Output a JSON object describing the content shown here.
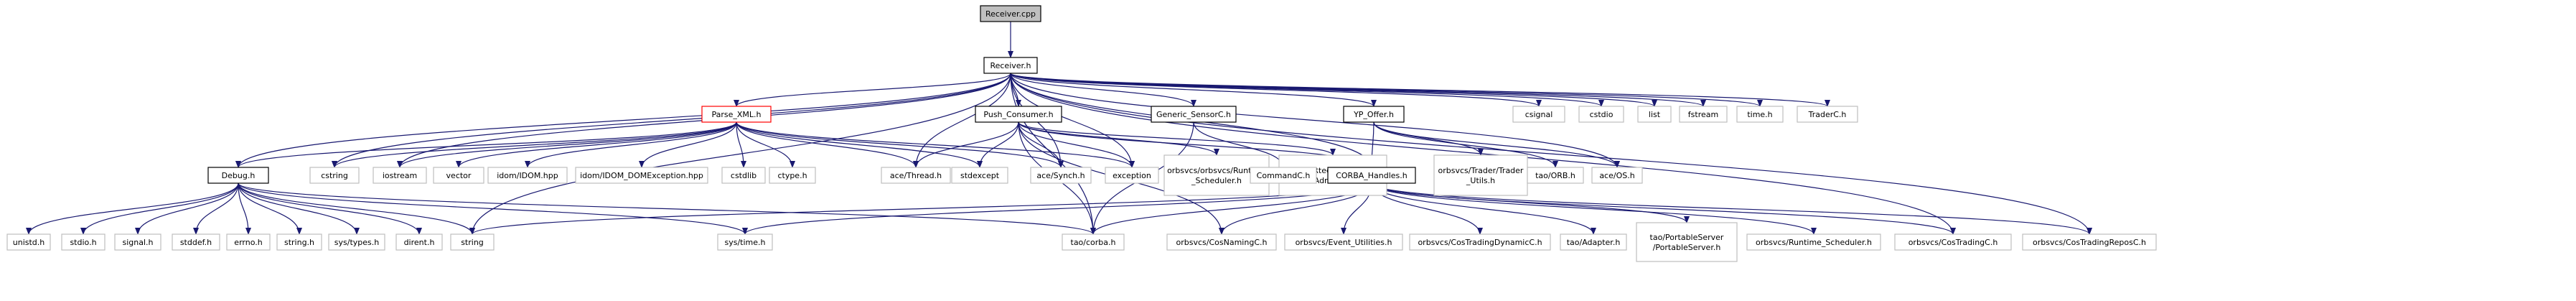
{
  "colors": {
    "edge": "#191970",
    "node_border_black": "#000000",
    "node_border_gray": "#bfbfbf",
    "node_border_red": "#ff0000",
    "root_fill": "#bfbfbf",
    "node_fill": "#ffffff"
  },
  "nodes": [
    {
      "id": "receiver_cpp",
      "label": "Receiver.cpp",
      "style": "root"
    },
    {
      "id": "receiver_h",
      "label": "Receiver.h",
      "style": "black"
    },
    {
      "id": "parse_xml_h",
      "label": "Parse_XML.h",
      "style": "red"
    },
    {
      "id": "push_consumer_h",
      "label": "Push_Consumer.h",
      "style": "black"
    },
    {
      "id": "generic_sensorc_h",
      "label": "Generic_SensorC.h",
      "style": "black"
    },
    {
      "id": "yp_offer_h",
      "label": "YP_Offer.h",
      "style": "black"
    },
    {
      "id": "csignal",
      "label": "csignal",
      "style": "gray"
    },
    {
      "id": "cstdio",
      "label": "cstdio",
      "style": "gray"
    },
    {
      "id": "list",
      "label": "list",
      "style": "gray"
    },
    {
      "id": "fstream",
      "label": "fstream",
      "style": "gray"
    },
    {
      "id": "time_h",
      "label": "time.h",
      "style": "gray"
    },
    {
      "id": "traderc_h",
      "label": "TraderC.h",
      "style": "gray"
    },
    {
      "id": "debug_h",
      "label": "Debug.h",
      "style": "black"
    },
    {
      "id": "cstring",
      "label": "cstring",
      "style": "gray"
    },
    {
      "id": "iostream",
      "label": "iostream",
      "style": "gray"
    },
    {
      "id": "vector",
      "label": "vector",
      "style": "gray"
    },
    {
      "id": "idom_hpp",
      "label": "idom/IDOM.hpp",
      "style": "gray"
    },
    {
      "id": "idom_exc_hpp",
      "label": "idom/IDOM_DOMException.hpp",
      "style": "gray"
    },
    {
      "id": "cstdlib",
      "label": "cstdlib",
      "style": "gray"
    },
    {
      "id": "ctype_h",
      "label": "ctype.h",
      "style": "gray"
    },
    {
      "id": "ace_thread_h",
      "label": "ace/Thread.h",
      "style": "gray"
    },
    {
      "id": "stdexcept",
      "label": "stdexcept",
      "style": "gray"
    },
    {
      "id": "ace_synch_h",
      "label": "ace/Synch.h",
      "style": "gray"
    },
    {
      "id": "exception",
      "label": "exception",
      "style": "gray"
    },
    {
      "id": "runtime_sched",
      "label": [
        "orbsvcs/orbsvcs/Runtime",
        "_Scheduler.h"
      ],
      "style": "gray"
    },
    {
      "id": "rtec_admin",
      "label": [
        "orbsvcs/RtecEventChannel",
        "AdminS.h"
      ],
      "style": "gray"
    },
    {
      "id": "commandc_h",
      "label": "CommandC.h",
      "style": "gray"
    },
    {
      "id": "corba_handles_h",
      "label": "CORBA_Handles.h",
      "style": "black"
    },
    {
      "id": "trader_utils",
      "label": [
        "orbsvcs/Trader/Trader",
        "_Utils.h"
      ],
      "style": "gray"
    },
    {
      "id": "tao_orb_h",
      "label": "tao/ORB.h",
      "style": "gray"
    },
    {
      "id": "ace_os_h",
      "label": "ace/OS.h",
      "style": "gray"
    },
    {
      "id": "unistd_h",
      "label": "unistd.h",
      "style": "gray"
    },
    {
      "id": "stdio_h",
      "label": "stdio.h",
      "style": "gray"
    },
    {
      "id": "signal_h",
      "label": "signal.h",
      "style": "gray"
    },
    {
      "id": "stddef_h",
      "label": "stddef.h",
      "style": "gray"
    },
    {
      "id": "errno_h",
      "label": "errno.h",
      "style": "gray"
    },
    {
      "id": "string_h",
      "label": "string.h",
      "style": "gray"
    },
    {
      "id": "sys_types_h",
      "label": "sys/types.h",
      "style": "gray"
    },
    {
      "id": "dirent_h",
      "label": "dirent.h",
      "style": "gray"
    },
    {
      "id": "string",
      "label": "string",
      "style": "gray"
    },
    {
      "id": "sys_time_h",
      "label": "sys/time.h",
      "style": "gray"
    },
    {
      "id": "tao_corba_h",
      "label": "tao/corba.h",
      "style": "gray"
    },
    {
      "id": "cosnaming_h",
      "label": "orbsvcs/CosNamingC.h",
      "style": "gray"
    },
    {
      "id": "event_util_h",
      "label": "orbsvcs/Event_Utilities.h",
      "style": "gray"
    },
    {
      "id": "costradingdyn_h",
      "label": "orbsvcs/CosTradingDynamicC.h",
      "style": "gray"
    },
    {
      "id": "tao_adapter_h",
      "label": "tao/Adapter.h",
      "style": "gray"
    },
    {
      "id": "portable_server_h",
      "label": [
        "tao/PortableServer",
        "/PortableServer.h"
      ],
      "style": "gray"
    },
    {
      "id": "runtime_sched2",
      "label": "orbsvcs/Runtime_Scheduler.h",
      "style": "gray"
    },
    {
      "id": "costrading_h",
      "label": "orbsvcs/CosTradingC.h",
      "style": "gray"
    },
    {
      "id": "costradingrepos_h",
      "label": "orbsvcs/CosTradingReposC.h",
      "style": "gray"
    }
  ],
  "edges": [
    [
      "receiver_cpp",
      "receiver_h"
    ],
    [
      "receiver_h",
      "parse_xml_h"
    ],
    [
      "receiver_h",
      "push_consumer_h"
    ],
    [
      "receiver_h",
      "generic_sensorc_h"
    ],
    [
      "receiver_h",
      "yp_offer_h"
    ],
    [
      "receiver_h",
      "csignal"
    ],
    [
      "receiver_h",
      "cstdio"
    ],
    [
      "receiver_h",
      "list"
    ],
    [
      "receiver_h",
      "fstream"
    ],
    [
      "receiver_h",
      "time_h"
    ],
    [
      "receiver_h",
      "traderc_h"
    ],
    [
      "receiver_h",
      "debug_h"
    ],
    [
      "receiver_h",
      "cstring"
    ],
    [
      "receiver_h",
      "iostream"
    ],
    [
      "receiver_h",
      "ace_thread_h"
    ],
    [
      "receiver_h",
      "ace_synch_h"
    ],
    [
      "receiver_h",
      "exception"
    ],
    [
      "receiver_h",
      "corba_handles_h"
    ],
    [
      "receiver_h",
      "ace_os_h"
    ],
    [
      "receiver_h",
      "string"
    ],
    [
      "receiver_h",
      "tao_corba_h"
    ],
    [
      "receiver_h",
      "costrading_h"
    ],
    [
      "receiver_h",
      "costradingrepos_h"
    ],
    [
      "parse_xml_h",
      "debug_h"
    ],
    [
      "parse_xml_h",
      "cstring"
    ],
    [
      "parse_xml_h",
      "iostream"
    ],
    [
      "parse_xml_h",
      "vector"
    ],
    [
      "parse_xml_h",
      "idom_hpp"
    ],
    [
      "parse_xml_h",
      "idom_exc_hpp"
    ],
    [
      "parse_xml_h",
      "cstdlib"
    ],
    [
      "parse_xml_h",
      "ctype_h"
    ],
    [
      "parse_xml_h",
      "ace_thread_h"
    ],
    [
      "parse_xml_h",
      "stdexcept"
    ],
    [
      "parse_xml_h",
      "ace_synch_h"
    ],
    [
      "parse_xml_h",
      "exception"
    ],
    [
      "push_consumer_h",
      "ace_thread_h"
    ],
    [
      "push_consumer_h",
      "stdexcept"
    ],
    [
      "push_consumer_h",
      "ace_synch_h"
    ],
    [
      "push_consumer_h",
      "exception"
    ],
    [
      "push_consumer_h",
      "runtime_sched"
    ],
    [
      "push_consumer_h",
      "rtec_admin"
    ],
    [
      "push_consumer_h",
      "corba_handles_h"
    ],
    [
      "push_consumer_h",
      "tao_corba_h"
    ],
    [
      "push_consumer_h",
      "cosnaming_h"
    ],
    [
      "generic_sensorc_h",
      "commandc_h"
    ],
    [
      "generic_sensorc_h",
      "tao_corba_h"
    ],
    [
      "yp_offer_h",
      "corba_handles_h"
    ],
    [
      "yp_offer_h",
      "trader_utils"
    ],
    [
      "yp_offer_h",
      "tao_orb_h"
    ],
    [
      "yp_offer_h",
      "ace_os_h"
    ],
    [
      "corba_handles_h",
      "string"
    ],
    [
      "corba_handles_h",
      "sys_time_h"
    ],
    [
      "corba_handles_h",
      "tao_corba_h"
    ],
    [
      "corba_handles_h",
      "cosnaming_h"
    ],
    [
      "corba_handles_h",
      "event_util_h"
    ],
    [
      "corba_handles_h",
      "costradingdyn_h"
    ],
    [
      "corba_handles_h",
      "tao_adapter_h"
    ],
    [
      "corba_handles_h",
      "portable_server_h"
    ],
    [
      "corba_handles_h",
      "runtime_sched2"
    ],
    [
      "corba_handles_h",
      "costrading_h"
    ],
    [
      "corba_handles_h",
      "costradingrepos_h"
    ],
    [
      "debug_h",
      "unistd_h"
    ],
    [
      "debug_h",
      "stdio_h"
    ],
    [
      "debug_h",
      "signal_h"
    ],
    [
      "debug_h",
      "stddef_h"
    ],
    [
      "debug_h",
      "errno_h"
    ],
    [
      "debug_h",
      "string_h"
    ],
    [
      "debug_h",
      "sys_types_h"
    ],
    [
      "debug_h",
      "dirent_h"
    ],
    [
      "debug_h",
      "string"
    ],
    [
      "debug_h",
      "sys_time_h"
    ],
    [
      "debug_h",
      "tao_corba_h"
    ]
  ]
}
